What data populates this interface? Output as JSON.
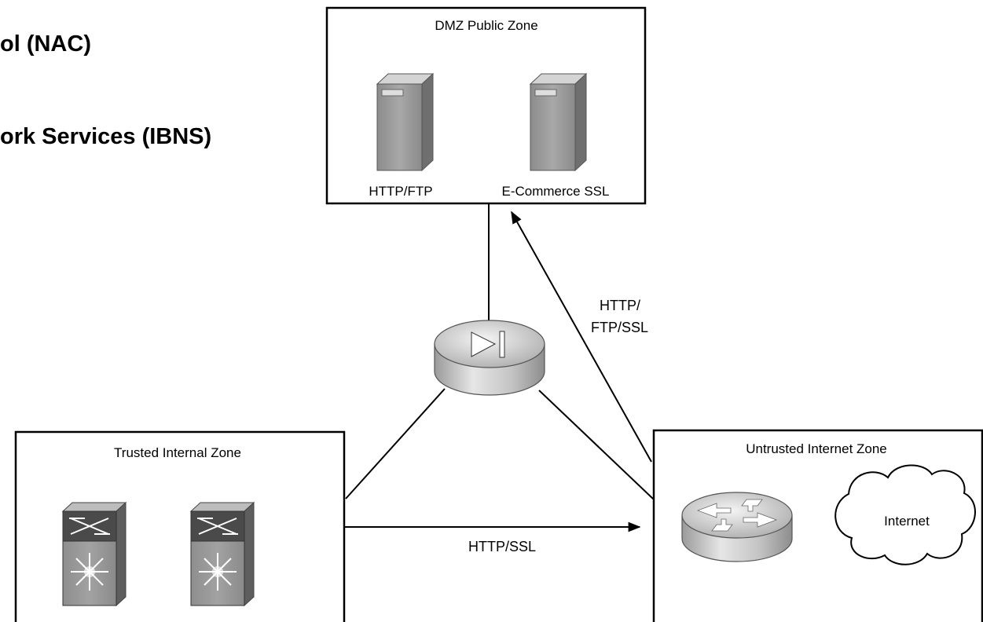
{
  "bullets": {
    "line1": "ol (NAC)",
    "line2": "ork Services (IBNS)"
  },
  "zones": {
    "dmz": {
      "title": "DMZ Public Zone",
      "server1_label": "HTTP/FTP",
      "server2_label": "E-Commerce SSL"
    },
    "trusted": {
      "title": "Trusted Internal Zone"
    },
    "untrusted": {
      "title": "Untrusted Internet Zone",
      "cloud_label": "Internet"
    }
  },
  "flows": {
    "internet_to_dmz_line1": "HTTP/",
    "internet_to_dmz_line2": "FTP/SSL",
    "trusted_to_internet": "HTTP/SSL"
  },
  "icons": {
    "firewall": "firewall-icon",
    "server": "server-icon",
    "switch": "multilayer-switch-icon",
    "router": "router-icon",
    "cloud": "internet-cloud-icon"
  }
}
